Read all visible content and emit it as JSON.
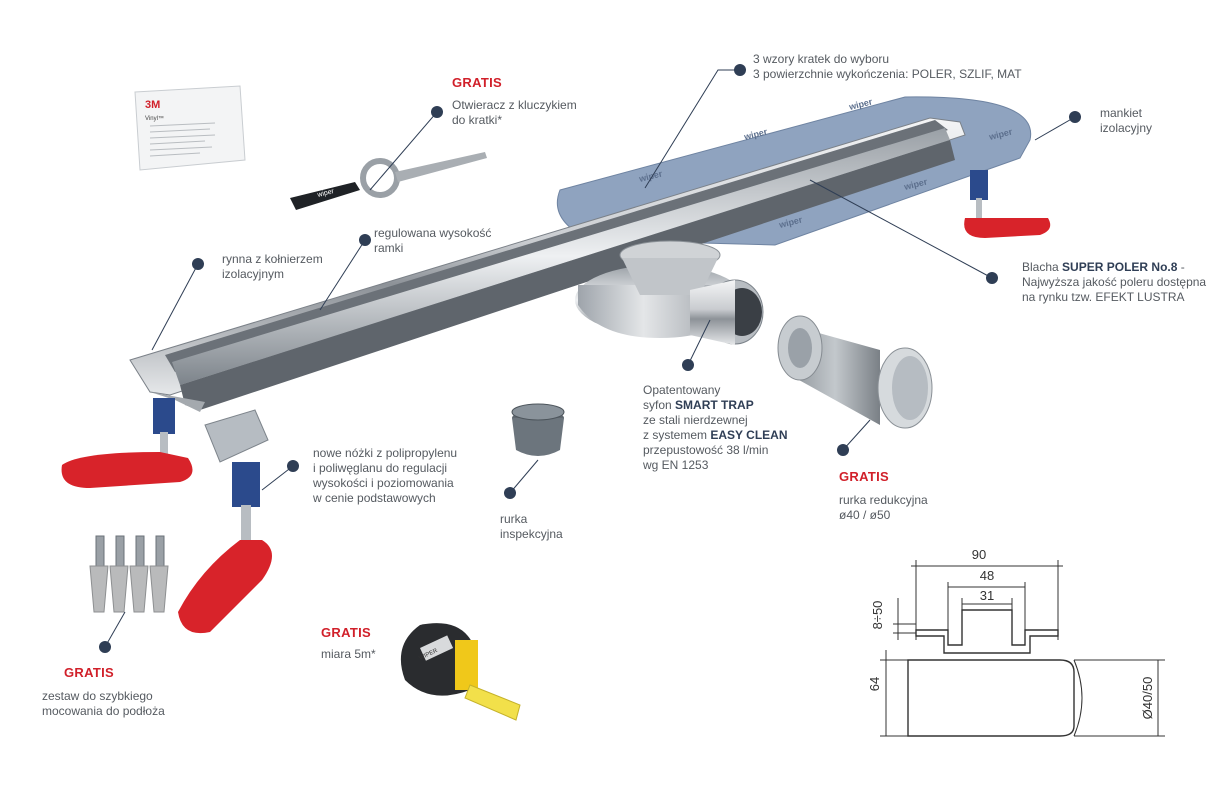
{
  "labels": {
    "grate": {
      "line1": "3 wzory kratek do wyboru",
      "line2": "3 powierzchnie wykończenia: POLER, SZLIF, MAT"
    },
    "collar": {
      "line1": "mankiet",
      "line2": "izolacyjny"
    },
    "opener": {
      "gratis": "GRATIS",
      "line1": "Otwieracz z kluczykiem",
      "line2": "do kratki*"
    },
    "frame": {
      "line1": "regulowana wysokość",
      "line2": "ramki"
    },
    "gutter": {
      "line1": "rynna z kołnierzem",
      "line2": "izolacyjnym"
    },
    "sheet": {
      "prefix": "Blacha",
      "bold": "SUPER POLER No.8",
      "suffix": " -",
      "line2": "Najwyższa jakość poleru dostępna",
      "line3": "na rynku tzw. EFEKT LUSTRA"
    },
    "siphon": {
      "line1": "Opatentowany",
      "line2_prefix": "syfon",
      "line2_bold": "SMART TRAP",
      "line3": "ze stali nierdzewnej",
      "line4_prefix": "z systemem",
      "line4_bold": "EASY CLEAN",
      "line5": "przepustowość 38 l/min",
      "line6": "wg EN 1253"
    },
    "legs": {
      "line1": "nowe nóżki z polipropylenu",
      "line2": "i poliwęglanu do regulacji",
      "line3": "wysokości i poziomowania",
      "line4": "w cenie podstawowych"
    },
    "inspection": {
      "line1": "rurka",
      "line2": "inspekcyjna"
    },
    "reducer": {
      "gratis": "GRATIS",
      "line1": "rurka redukcyjna",
      "line2": "ø40 / ø50"
    },
    "mounting": {
      "gratis": "GRATIS",
      "line1": "zestaw do szybkiego",
      "line2": "mocowania do podłoża"
    },
    "tape": {
      "gratis": "GRATIS",
      "line1": "miara 5m*"
    }
  },
  "drawing": {
    "dim_90": "90",
    "dim_48": "48",
    "dim_31": "31",
    "dim_8_50": "8÷50",
    "dim_64": "64",
    "dim_d": "Ø40/50"
  },
  "brand": {
    "mat_logo": "wiper",
    "packet_logo": "3M",
    "packet_sub": "Vinyl™",
    "opener_logo": "wiper",
    "tape_logo": "WIPER"
  },
  "colors": {
    "accent_red": "#d1202a",
    "dot_navy": "#2f3e55",
    "leg_red": "#d8232a",
    "leg_blue": "#2b4a8c",
    "mat_blue": "#8aa0bc"
  }
}
